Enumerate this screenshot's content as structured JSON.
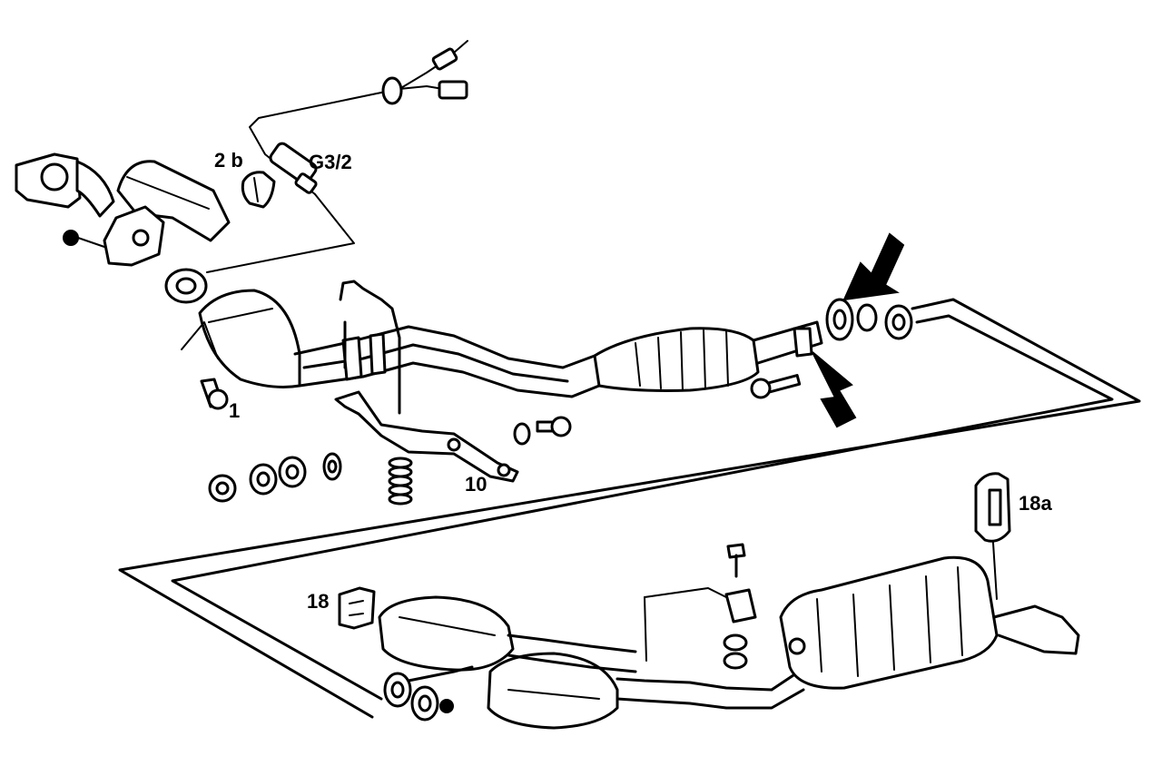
{
  "labels": {
    "part_1": "1",
    "part_2b": "2 b",
    "part_g32": "G3/2",
    "part_10": "10",
    "part_18": "18",
    "part_18a": "18a"
  },
  "colors": {
    "line": "#000000",
    "background": "#ffffff"
  }
}
